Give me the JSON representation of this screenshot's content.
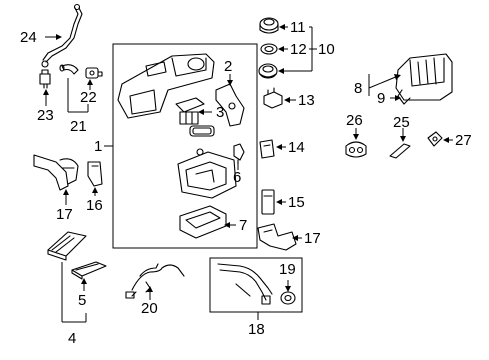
{
  "diagram": {
    "callouts": {
      "c1": "1",
      "c2": "2",
      "c3": "3",
      "c4": "4",
      "c5": "5",
      "c6": "6",
      "c7": "7",
      "c8": "8",
      "c9": "9",
      "c10": "10",
      "c11": "11",
      "c12": "12",
      "c13": "13",
      "c14": "14",
      "c15": "15",
      "c16": "16",
      "c17a": "17",
      "c17b": "17",
      "c18": "18",
      "c19": "19",
      "c20": "20",
      "c21": "21",
      "c22": "22",
      "c23": "23",
      "c24": "24",
      "c25": "25",
      "c26": "26",
      "c27": "27"
    }
  }
}
